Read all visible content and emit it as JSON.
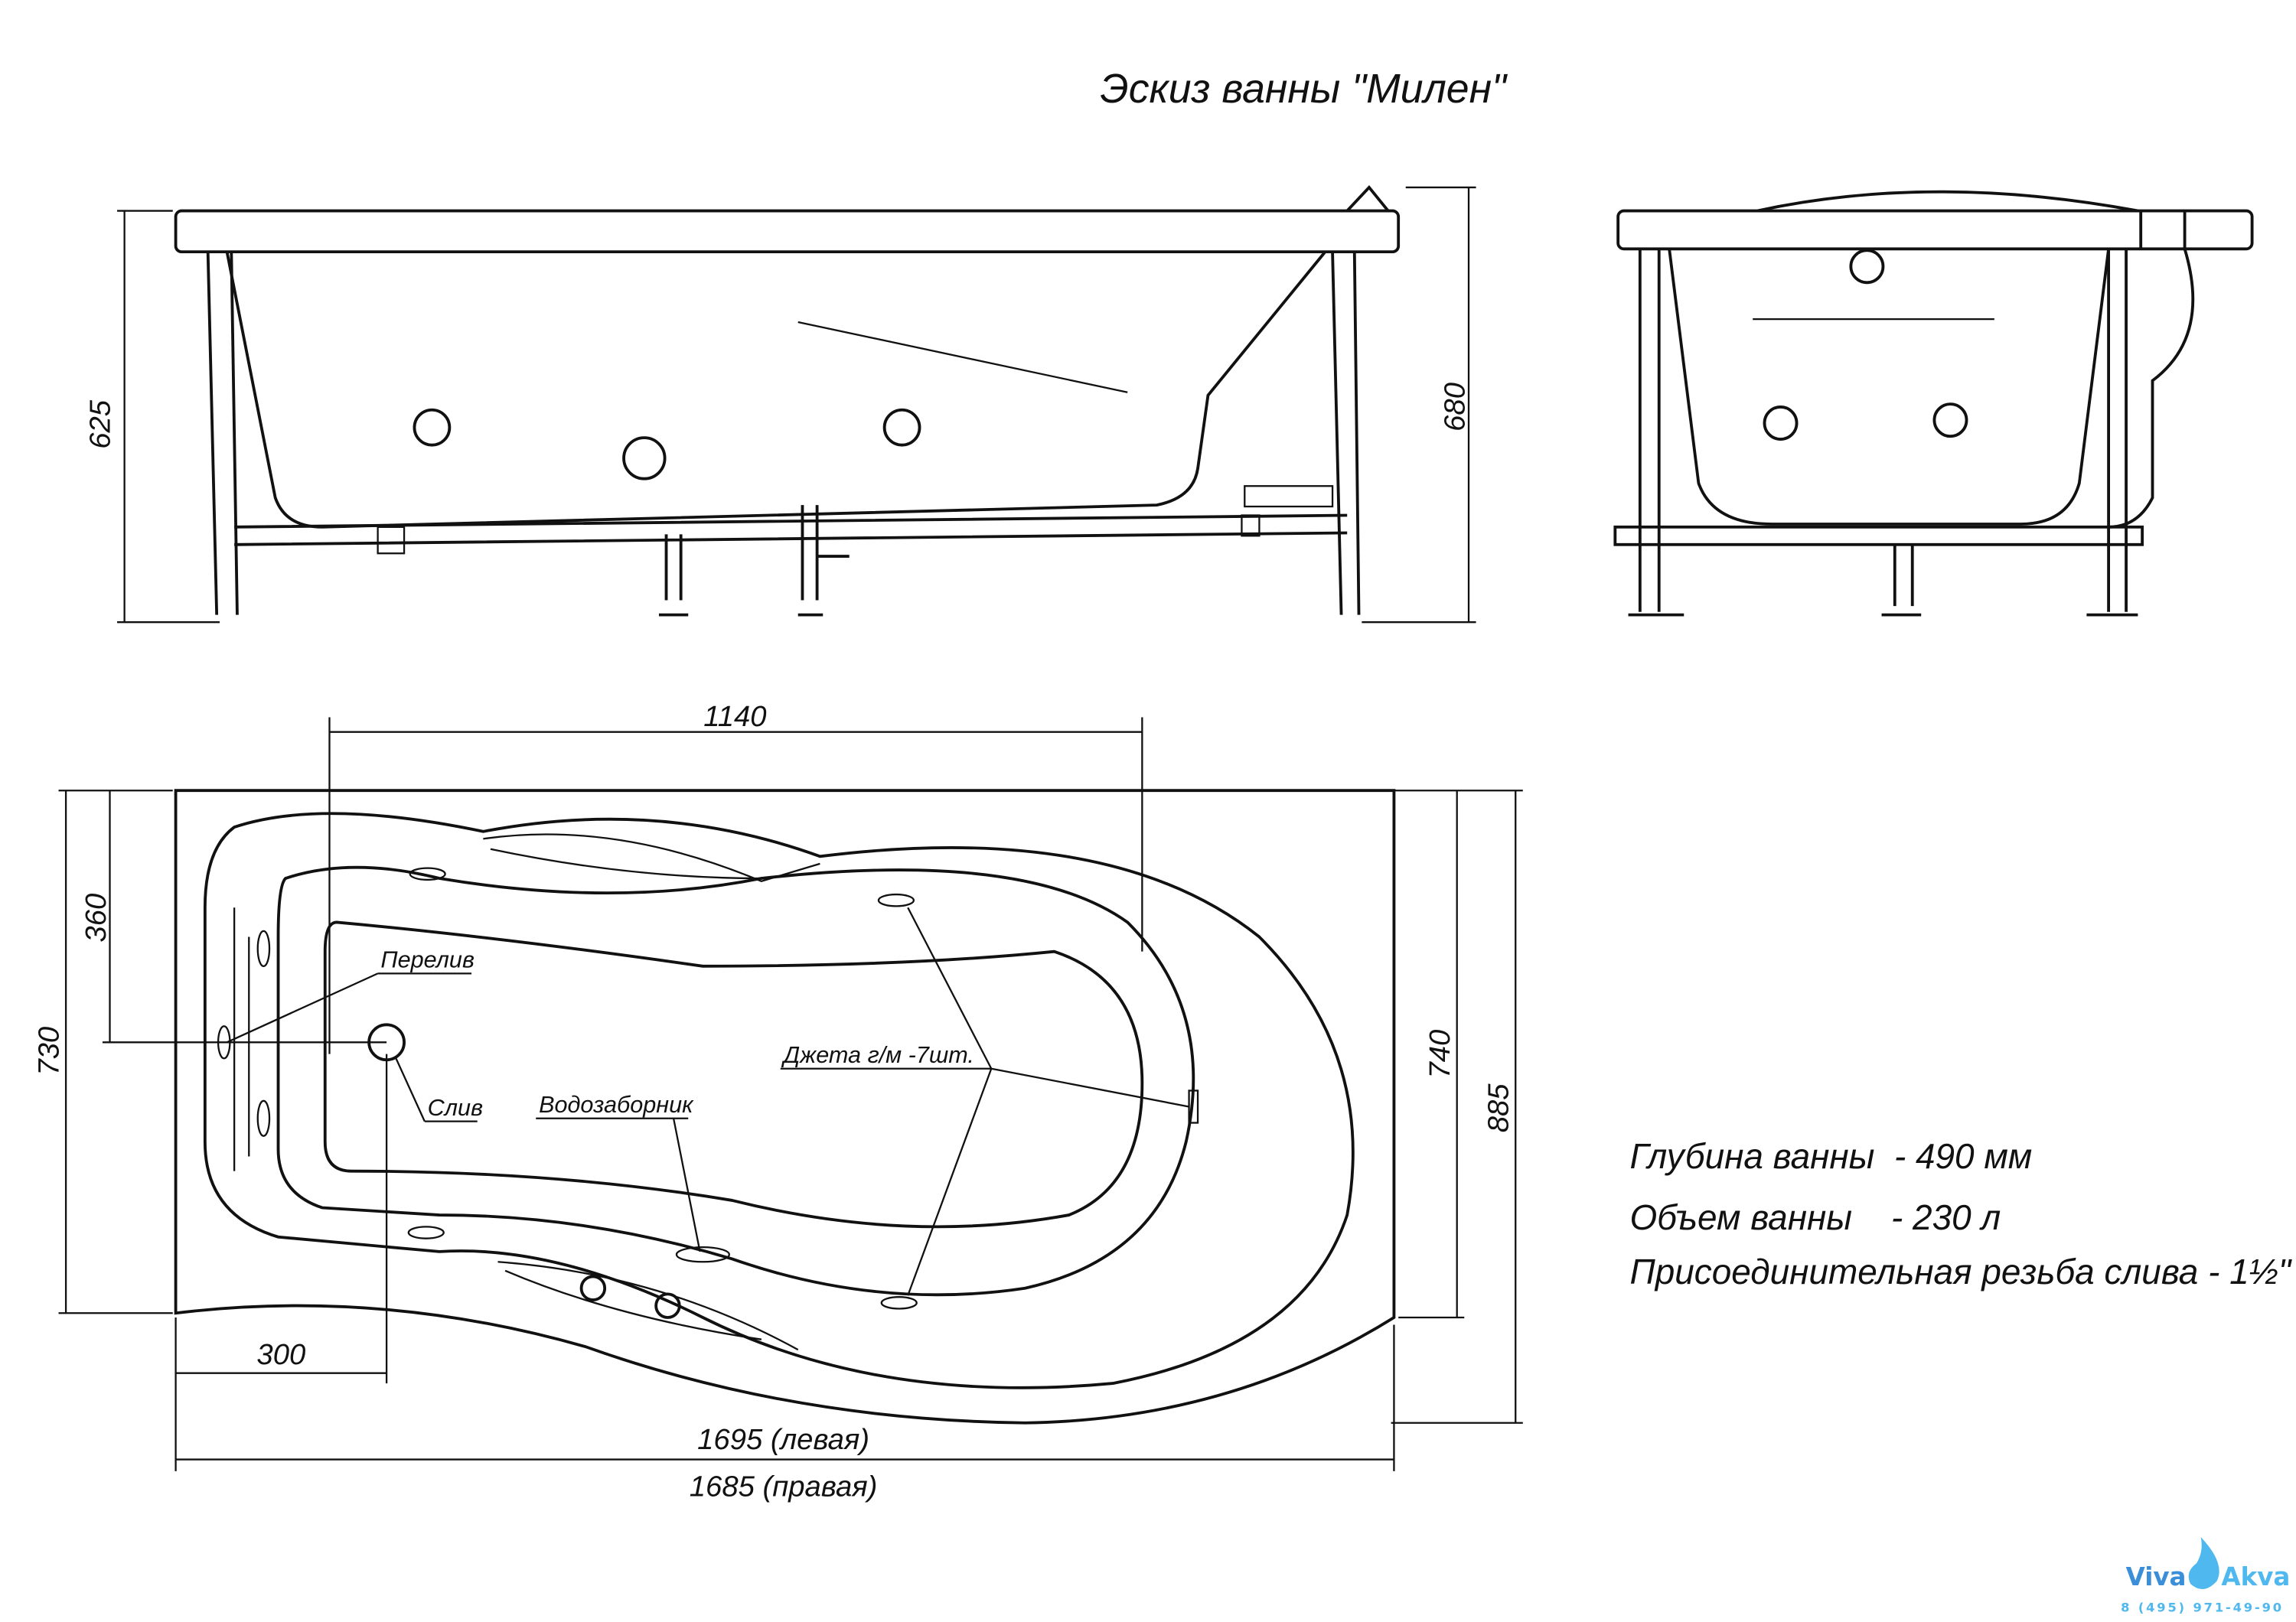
{
  "title": "Эскиз ванны \"Милен\"",
  "side_view": {
    "height_left": "625",
    "height_right": "680"
  },
  "plan_view": {
    "dim_top": "1140",
    "dim_left_outer": "730",
    "dim_left_inner": "360",
    "dim_right_inner": "740",
    "dim_right_outer": "885",
    "dim_drain_offset": "300",
    "length_left": "1695 (левая)",
    "length_right": "1685 (правая)",
    "labels": {
      "overflow": "Перелив",
      "drain": "Слив",
      "intake": "Водозаборник",
      "jets": "Джета г/м -7шт."
    }
  },
  "specs": [
    "Глубина ванны  - 490 мм",
    "Объем ванны    - 230 л",
    "Присоединительная резьба слива - 1½\""
  ],
  "logo": {
    "brand_left": "Viva",
    "brand_right": "Akva",
    "phone": "8 (495) 971-49-90",
    "color_dark": "#3a8fd8",
    "color_light": "#4fb8ee"
  }
}
